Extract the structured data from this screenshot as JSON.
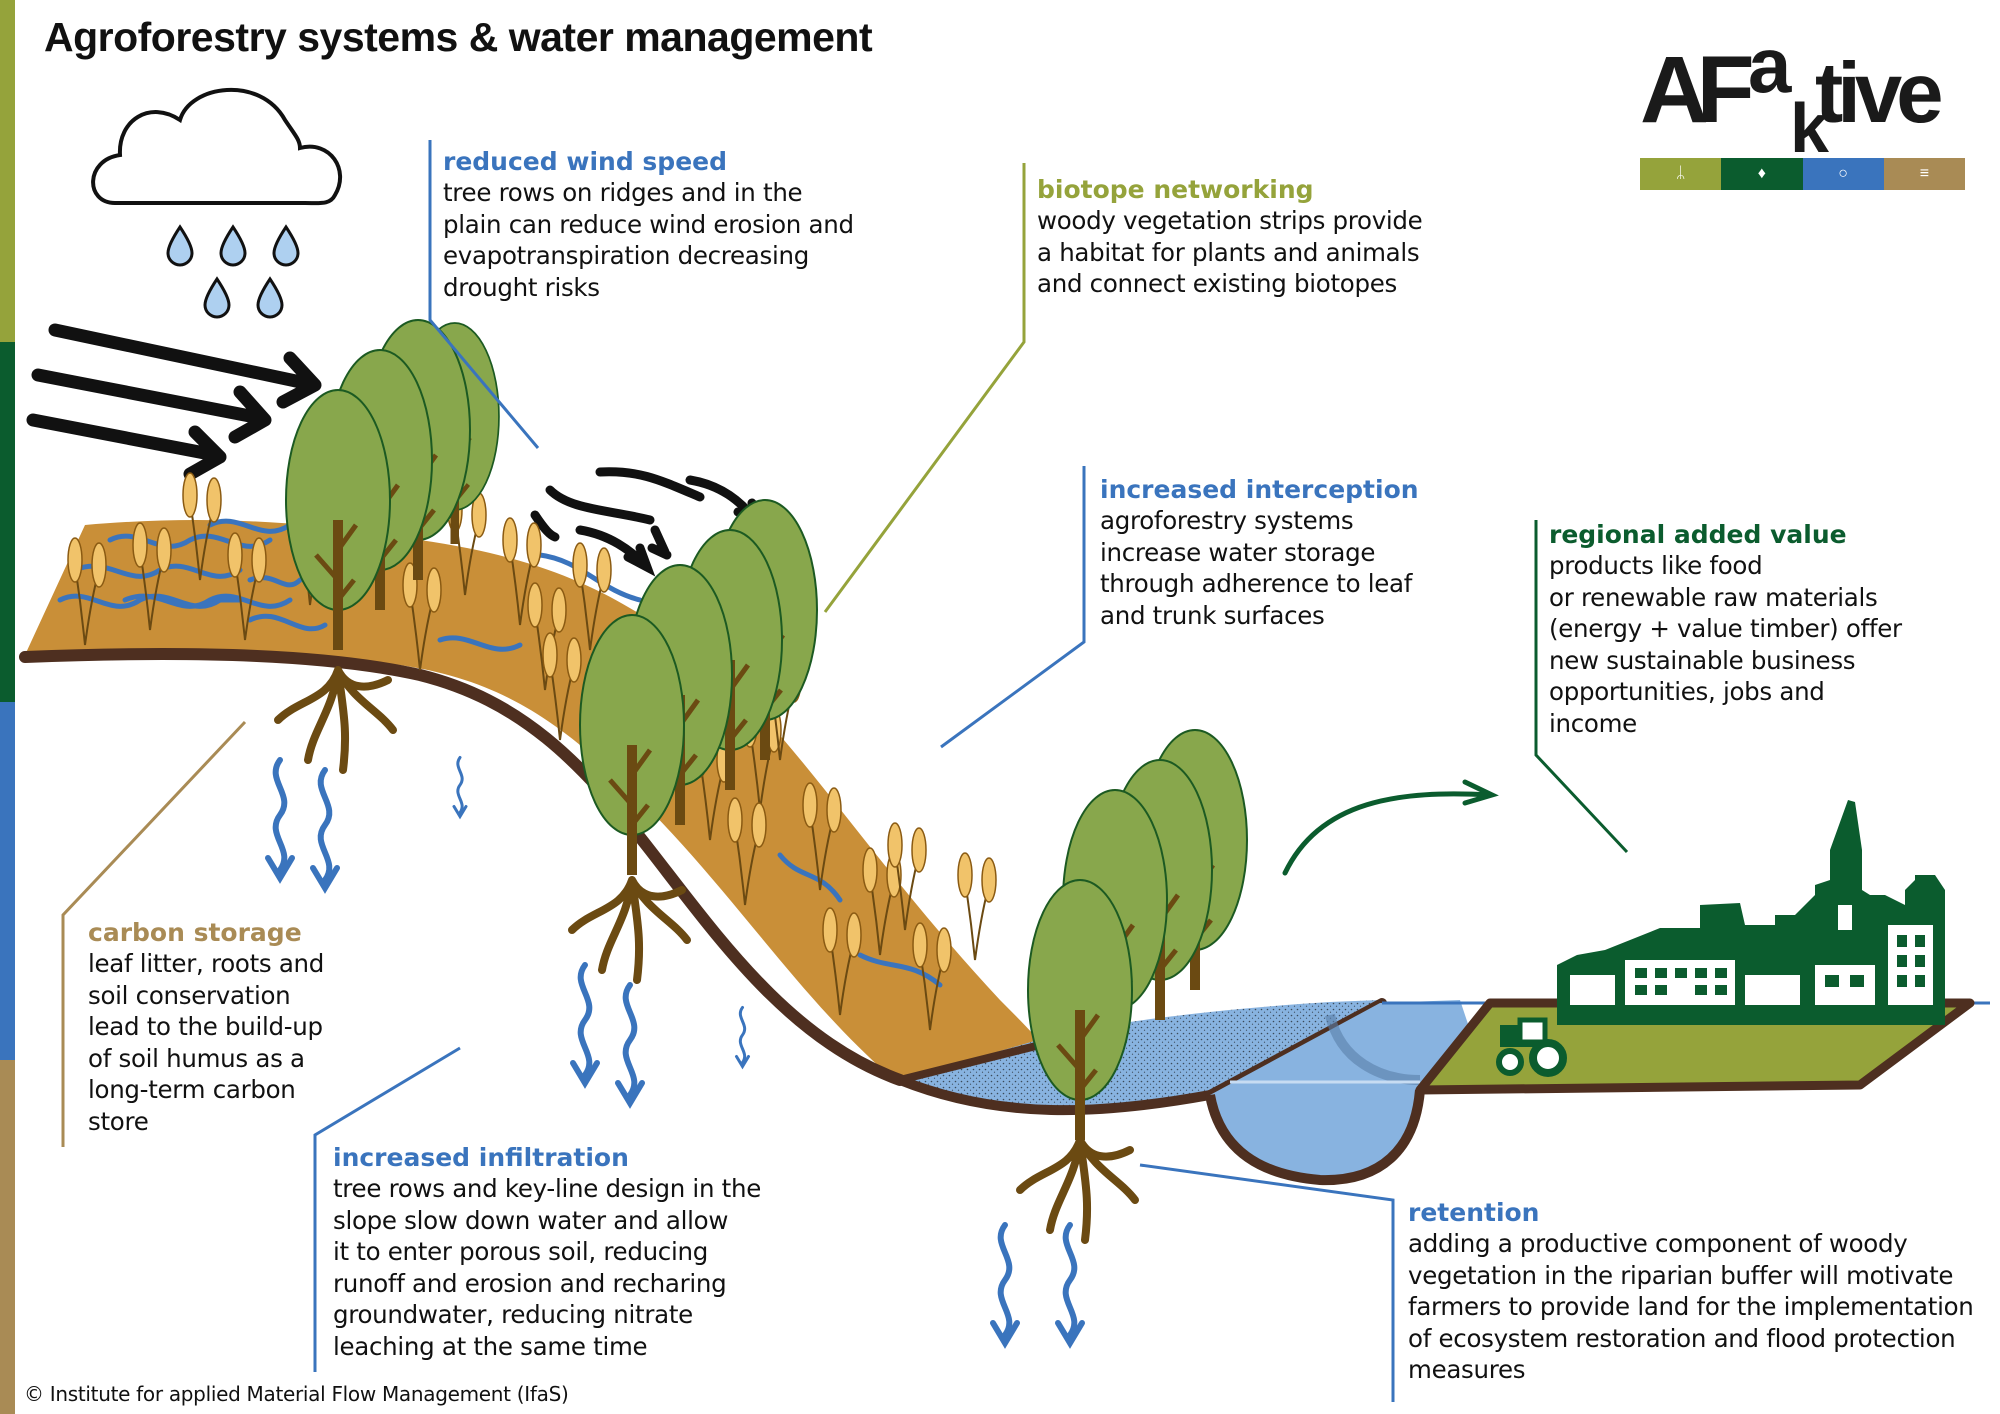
{
  "title": "Agroforestry systems & water management",
  "colors": {
    "olive": "#95a33b",
    "dark_green": "#0b5c2e",
    "blue": "#3a74bd",
    "tan": "#a98b55",
    "soil": "#c98f38",
    "soil_edge": "#4e2f20",
    "tree": "#88a74c",
    "water": "#88b3e0"
  },
  "logo": {
    "wordmark": "AFaktive",
    "bar_icons": [
      "wheat-icon",
      "leaf-icon",
      "water-drop-icon",
      "soil-layers-icon"
    ]
  },
  "callouts": {
    "wind": {
      "heading": "reduced wind speed",
      "lines": [
        "tree rows on ridges and in the",
        "plain can reduce wind erosion and",
        "evapotranspiration decreasing",
        "drought risks"
      ]
    },
    "biotope": {
      "heading": "biotope networking",
      "lines": [
        "woody vegetation strips provide",
        "a habitat for plants and animals",
        "and connect existing biotopes"
      ]
    },
    "interception": {
      "heading": "increased interception",
      "lines": [
        "agroforestry systems",
        "increase water storage",
        "through adherence to leaf",
        "and trunk surfaces"
      ]
    },
    "regional": {
      "heading": "regional added value",
      "lines": [
        "products like food",
        "or renewable raw materials",
        "(energy + value timber) offer",
        "new sustainable business",
        "opportunities, jobs and",
        "income"
      ]
    },
    "carbon": {
      "heading": "carbon storage",
      "lines": [
        "leaf litter, roots and",
        "soil conservation",
        "lead to the build-up",
        "of soil humus as a",
        "long-term carbon",
        "store"
      ]
    },
    "infiltration": {
      "heading": "increased infiltration",
      "lines": [
        "tree rows and key-line design in the",
        "slope slow down water and allow",
        "it to enter porous soil, reducing",
        "runoff and erosion and recharing",
        "groundwater, reducing nitrate",
        "leaching at the same time"
      ]
    },
    "retention": {
      "heading": "retention",
      "lines": [
        "adding a productive component of woody",
        "vegetation in the riparian buffer will motivate",
        "farmers to provide land for the implementation",
        "of ecosystem restoration and flood protection",
        "measures"
      ]
    }
  },
  "copyright": "© Institute for applied Material Flow Management (IfaS)"
}
